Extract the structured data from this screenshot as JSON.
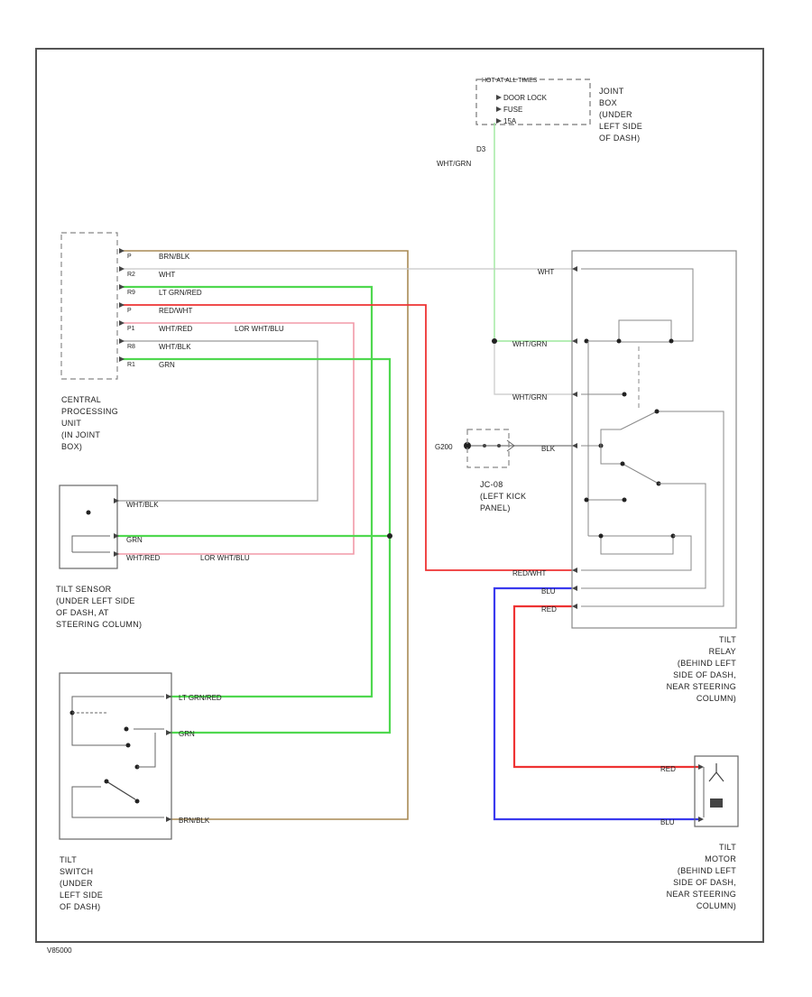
{
  "fuse_box": {
    "header": "HOT AT ALL TIMES",
    "lines": [
      "DOOR LOCK",
      "FUSE",
      "15A"
    ],
    "caption": [
      "JOINT",
      "BOX",
      "(UNDER",
      "LEFT SIDE",
      "OF DASH)"
    ]
  },
  "fuse_wire": {
    "pin": "D3",
    "color": "WHT/GRN"
  },
  "cpu": {
    "pins": [
      "P",
      "R2",
      "R9",
      "P",
      "P1",
      "R8",
      "R1"
    ],
    "wires": [
      "BRN/BLK",
      "WHT",
      "LT GRN/RED",
      "RED/WHT",
      "WHT/RED",
      "WHT/BLK",
      "GRN"
    ],
    "inline_label": "LOR WHT/BLU",
    "caption": [
      "CENTRAL",
      "PROCESSING",
      "UNIT",
      "(IN JOINT",
      "BOX)"
    ]
  },
  "tilt_sensor": {
    "wires": [
      "WHT/BLK",
      "GRN",
      "WHT/RED"
    ],
    "inline_label": "LOR WHT/BLU",
    "caption": [
      "TILT SENSOR",
      "(UNDER LEFT SIDE",
      "OF DASH, AT",
      "STEERING COLUMN)"
    ]
  },
  "tilt_switch": {
    "wires": [
      "LT GRN/RED",
      "GRN",
      "BRN/BLK"
    ],
    "caption": [
      "TILT",
      "SWITCH",
      "(UNDER",
      "LEFT SIDE",
      "OF DASH)"
    ]
  },
  "relay": {
    "wires": [
      "WHT",
      "WHT/GRN",
      "WHT/GRN",
      "BLK",
      "RED/WHT",
      "BLU",
      "RED"
    ],
    "caption": [
      "TILT",
      "RELAY",
      "(BEHIND LEFT",
      "SIDE OF DASH,",
      "NEAR STEERING",
      "COLUMN)"
    ]
  },
  "jc": {
    "left_label": "G200",
    "caption": [
      "JC-08",
      "(LEFT KICK",
      "PANEL)"
    ]
  },
  "motor": {
    "wires": [
      "RED",
      "BLU"
    ],
    "caption": [
      "TILT",
      "MOTOR",
      "(BEHIND LEFT",
      "SIDE OF DASH,",
      "NEAR STEERING",
      "COLUMN)"
    ]
  },
  "footer": {
    "code": "V85000"
  },
  "colors": {
    "frame": "#555555",
    "green": "#4fd84f",
    "light_green": "#9ee89e",
    "red": "#ee3333",
    "pink": "#f29aa8",
    "blue": "#3a3aee",
    "brown": "#a88a55",
    "gray": "#9a9a9a",
    "light_gray": "#c8c8c8"
  }
}
